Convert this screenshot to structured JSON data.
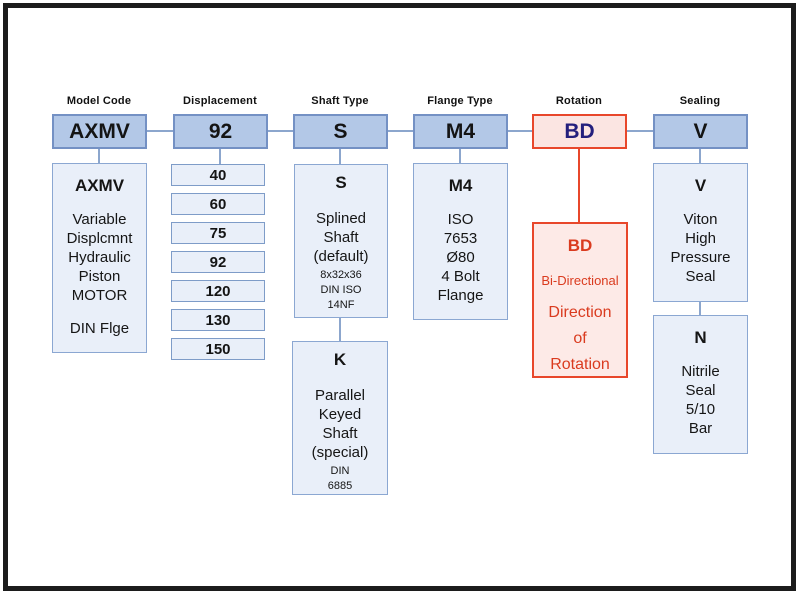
{
  "palette": {
    "code_fill": "#b3c8e7",
    "code_border": "#7491c4",
    "detail_fill": "#e9eff9",
    "detail_border": "#8ba7d2",
    "connector_blue": "#8ca6cd",
    "accent_red": "#e8472b",
    "accent_red_fill": "#fdeae7",
    "accent_red_text": "#da3b1f",
    "navy_code_text": "#24207d"
  },
  "columns": [
    {
      "header": "Model Code",
      "code": "AXMV"
    },
    {
      "header": "Displacement",
      "code": "92"
    },
    {
      "header": "Shaft Type",
      "code": "S"
    },
    {
      "header": "Flange Type",
      "code": "M4"
    },
    {
      "header": "Rotation",
      "code": "BD"
    },
    {
      "header": "Sealing",
      "code": "V"
    }
  ],
  "model_detail": {
    "title": "AXMV",
    "body": "Variable\nDisplcmnt\nHydraulic\nPiston\nMOTOR",
    "note": "DIN Flge"
  },
  "displacement_options": [
    "40",
    "60",
    "75",
    "92",
    "120",
    "130",
    "150"
  ],
  "shaft": {
    "s": {
      "title": "S",
      "body": "Splined\nShaft\n(default)",
      "small": "8x32x36\nDIN ISO\n14NF"
    },
    "k": {
      "title": "K",
      "body": "Parallel\nKeyed\nShaft\n(special)",
      "small": "DIN\n6885"
    }
  },
  "flange": {
    "title": "M4",
    "body": "ISO\n7653\nØ80\n4 Bolt\nFlange"
  },
  "rotation": {
    "title": "BD",
    "sub": "Bi-Directional",
    "body": "Direction\nof\nRotation"
  },
  "sealing": {
    "v": {
      "title": "V",
      "body": "Viton\nHigh\nPressure\nSeal"
    },
    "n": {
      "title": "N",
      "body": "Nitrile\nSeal\n5/10\nBar"
    }
  }
}
